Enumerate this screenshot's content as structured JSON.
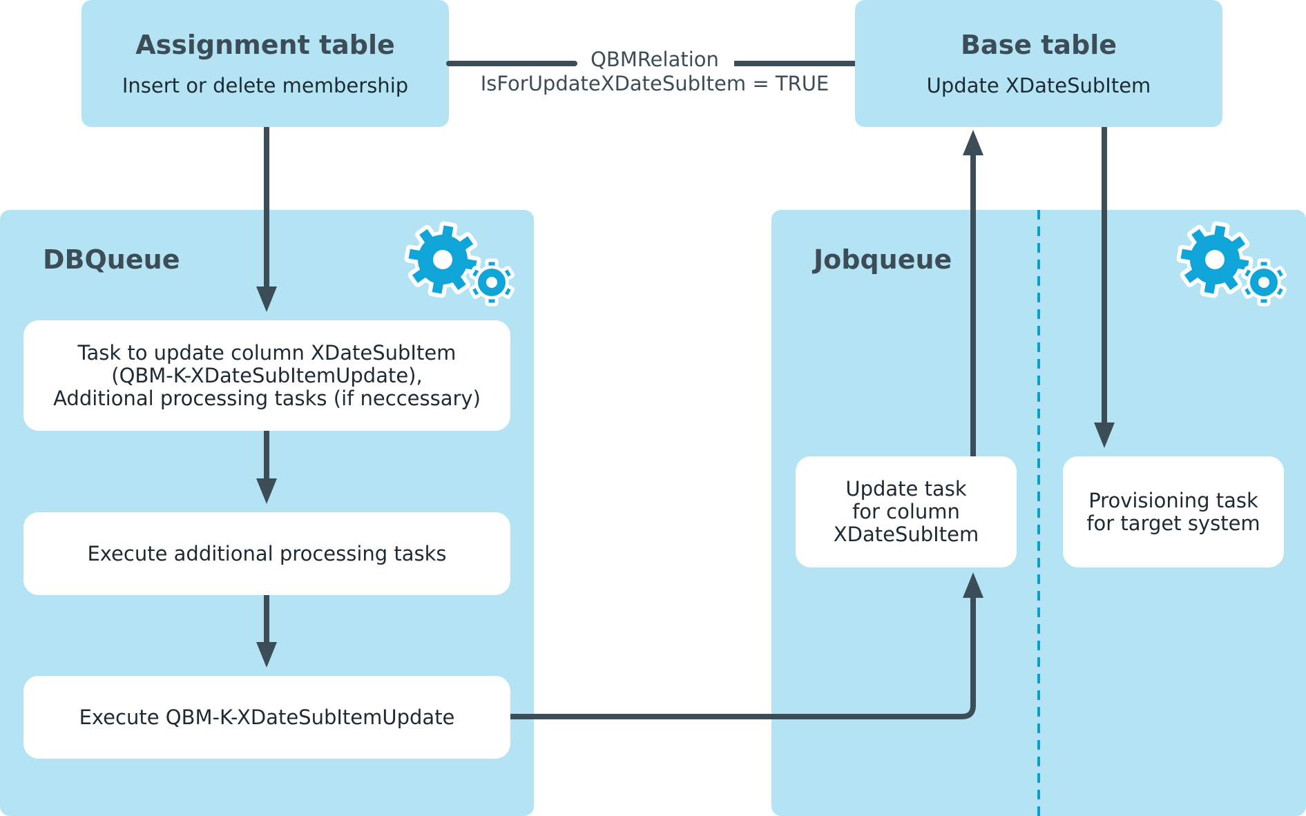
{
  "assignment_table": {
    "title": "Assignment table",
    "subtitle": "Insert or delete membership"
  },
  "base_table": {
    "title": "Base table",
    "subtitle": "Update XDateSubItem"
  },
  "relation": {
    "line1": "QBMRelation",
    "line2": "IsForUpdateXDateSubItem = TRUE"
  },
  "dbqueue": {
    "title": "DBQueue",
    "icon": "gears-icon",
    "steps": [
      "Task to update column XDateSubItem\n(QBM-K-XDateSubItemUpdate),\nAdditional processing tasks (if neccessary)",
      "Execute additional processing tasks",
      "Execute  QBM-K-XDateSubItemUpdate"
    ]
  },
  "jobqueue": {
    "title": "Jobqueue",
    "icon": "gears-icon",
    "update_task": "Update task\nfor column\nXDateSubItem",
    "provisioning_task": "Provisioning task\nfor target system"
  },
  "colors": {
    "panel": "#b4e4f3",
    "arrow": "#3d4d57",
    "gear": "#10a5d9",
    "dashed": "#0a9ed5"
  }
}
